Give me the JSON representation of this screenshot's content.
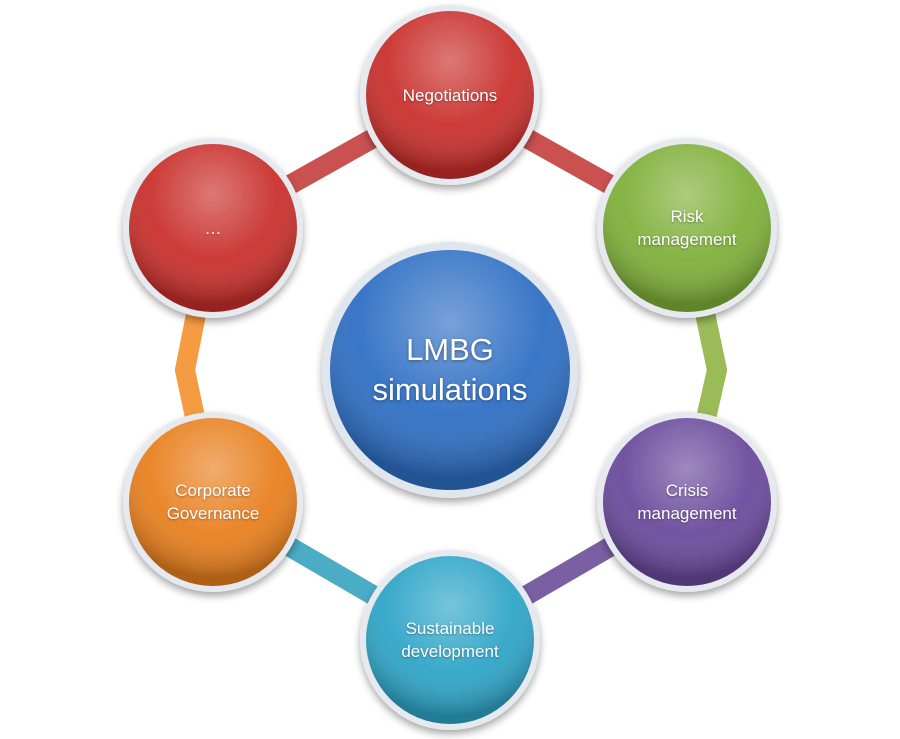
{
  "center": {
    "label": "LMBG\nsimulations",
    "color": "#2f6fc4"
  },
  "nodes": [
    {
      "id": "negotiations",
      "label": "Negotiations",
      "color": "#c9302c"
    },
    {
      "id": "risk-management",
      "label": "Risk\nmanagement",
      "color": "#7fb03a"
    },
    {
      "id": "crisis-management",
      "label": "Crisis\nmanagement",
      "color": "#6a4a9c"
    },
    {
      "id": "sustainable-development",
      "label": "Sustainable\ndevelopment",
      "color": "#2fa5c8"
    },
    {
      "id": "corporate-governance",
      "label": "Corporate\nGovernance",
      "color": "#e8801f"
    },
    {
      "id": "more",
      "label": "…",
      "color": "#c9302c"
    }
  ],
  "ring": {
    "segment_colors": [
      "#c9514f",
      "#9bbb59",
      "#7a5fa3",
      "#4bacc6",
      "#4bacc6",
      "#f59b42",
      "#c9514f"
    ]
  }
}
